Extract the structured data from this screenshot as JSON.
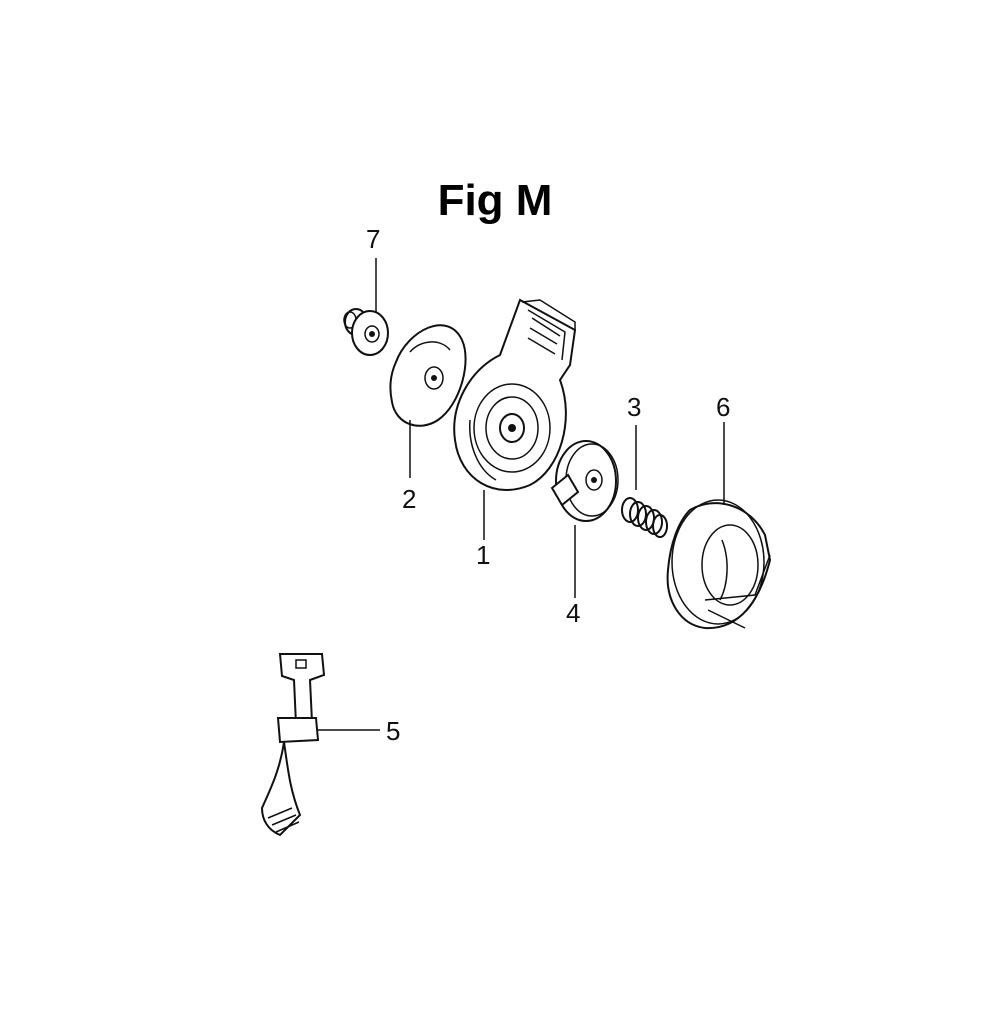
{
  "figure": {
    "title": "Fig M"
  },
  "callouts": [
    {
      "id": "7",
      "label": "7"
    },
    {
      "id": "2",
      "label": "2"
    },
    {
      "id": "1",
      "label": "1"
    },
    {
      "id": "3",
      "label": "3"
    },
    {
      "id": "4",
      "label": "4"
    },
    {
      "id": "6",
      "label": "6"
    },
    {
      "id": "5",
      "label": "5"
    }
  ]
}
